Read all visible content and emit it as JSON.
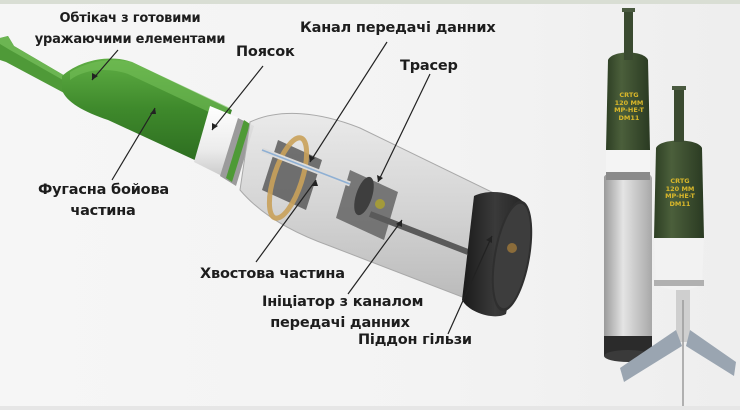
{
  "diagram": {
    "subject": "120 mm tank round cutaway",
    "background_color": "#f4f4f4",
    "label_color": "#1d1d1d",
    "accent_green": "#3e8a2c",
    "labels": [
      {
        "id": "nose",
        "lines": [
          "Обтікач з готовими",
          "уражаючими елементами"
        ]
      },
      {
        "id": "band",
        "lines": [
          "Поясок"
        ]
      },
      {
        "id": "data-channel",
        "lines": [
          "Канал передачі данних"
        ]
      },
      {
        "id": "tracer",
        "lines": [
          "Трасер"
        ]
      },
      {
        "id": "warhead",
        "lines": [
          "Фугасна бойова",
          "частина"
        ]
      },
      {
        "id": "tail",
        "lines": [
          "Хвостова частина"
        ]
      },
      {
        "id": "initiator",
        "lines": [
          "Ініціатор з каналом",
          "передачі данних"
        ]
      },
      {
        "id": "case-base",
        "lines": [
          "Піддон гільзи"
        ]
      }
    ],
    "shell_markings": {
      "line1": "CRTG",
      "line2": "120 MM",
      "line3": "MP-HE-T",
      "line4": "DM11"
    }
  }
}
